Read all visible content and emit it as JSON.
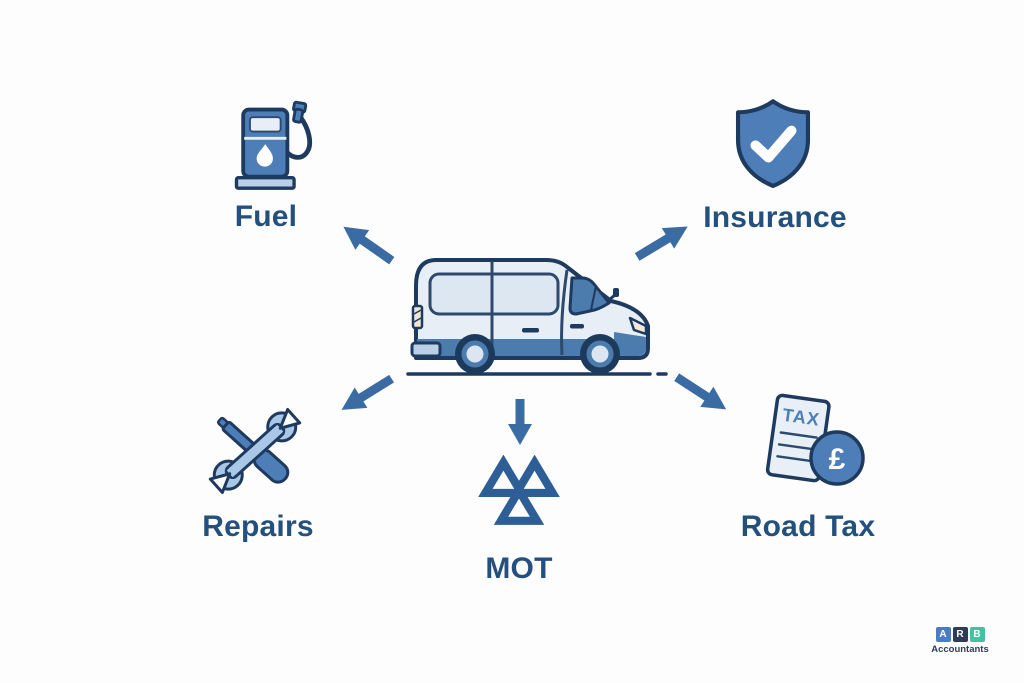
{
  "diagram": {
    "center_illustration": "delivery-van",
    "nodes": {
      "fuel": {
        "label": "Fuel",
        "icon": "fuel-pump-icon",
        "position": "top-left"
      },
      "insurance": {
        "label": "Insurance",
        "icon": "shield-check-icon",
        "position": "top-right"
      },
      "repairs": {
        "label": "Repairs",
        "icon": "crossed-tools-icon",
        "position": "bottom-left"
      },
      "mot": {
        "label": "MOT",
        "icon": "mot-triangles-icon",
        "position": "bottom-center"
      },
      "road_tax": {
        "label": "Road Tax",
        "icon": "tax-document-icon",
        "position": "bottom-right"
      }
    },
    "road_tax_icon": {
      "document_text": "TAX",
      "currency_symbol": "£"
    }
  },
  "branding": {
    "letters": [
      "A",
      "R",
      "B"
    ],
    "name": "Accountants"
  },
  "colors": {
    "background": "#fdfdfd",
    "label_text": "#24507e",
    "arrow": "#3a6ba3",
    "icon_blue": "#4d7eb8",
    "icon_light_blue": "#a9c7e6",
    "outline_navy": "#1e3a5f",
    "van_body": "#e8eef5",
    "van_stripe": "#4c7bae",
    "mot_blue": "#2d5e96",
    "logo_a_bg": "#4a7dc9",
    "logo_r_bg": "#2e3d56",
    "logo_b_bg": "#41c3a2"
  }
}
